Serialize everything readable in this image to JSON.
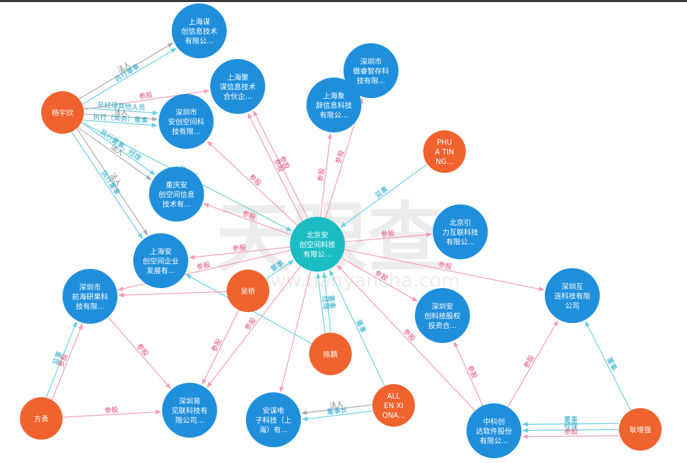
{
  "watermark": {
    "brand": "天眼查",
    "url": "www.tianyancha.com"
  },
  "colors": {
    "company": "#1f8fdc",
    "center": "#1bbcc2",
    "person": "#f0622e",
    "edge_invest": "#f59ab4",
    "edge_role": "#66cfe3",
    "edge_legal": "#a9a9a9",
    "label_invest": "#e2537d",
    "label_role": "#23a9c9",
    "label_legal": "#777777"
  },
  "nodes": [
    {
      "id": "bjac",
      "kind": "center",
      "lines": [
        "北京安",
        "创空间科技",
        "有限公..."
      ]
    },
    {
      "id": "shmc",
      "kind": "company",
      "lines": [
        "上海谋",
        "创信息技术",
        "有限公..."
      ]
    },
    {
      "id": "shjm",
      "kind": "company",
      "lines": [
        "上海聚",
        "谋信息技术",
        "合伙企..."
      ]
    },
    {
      "id": "szac",
      "kind": "company",
      "lines": [
        "深圳市",
        "安创空间科",
        "技有限..."
      ]
    },
    {
      "id": "shxc",
      "kind": "company",
      "lines": [
        "上海象",
        "辞信息科技",
        "有限公..."
      ]
    },
    {
      "id": "szaz",
      "kind": "company",
      "lines": [
        "深圳市",
        "傲睿智存科",
        "技有限..."
      ]
    },
    {
      "id": "cqac",
      "kind": "company",
      "lines": [
        "重庆安",
        "创空间信息",
        "技术有..."
      ]
    },
    {
      "id": "shacqy",
      "kind": "company",
      "lines": [
        "上海安",
        "创空间企业",
        "发展有..."
      ]
    },
    {
      "id": "bjyl",
      "kind": "company",
      "lines": [
        "北京引",
        "力互联科技",
        "有限公..."
      ]
    },
    {
      "id": "szqh",
      "kind": "company",
      "lines": [
        "深圳市",
        "前海研果科",
        "技有限..."
      ]
    },
    {
      "id": "szhl",
      "kind": "company",
      "lines": [
        "深圳互",
        "连科技有限",
        "公司"
      ]
    },
    {
      "id": "szackj",
      "kind": "company",
      "lines": [
        "深圳安",
        "创科技股权",
        "投资合..."
      ]
    },
    {
      "id": "szyj",
      "kind": "company",
      "lines": [
        "深圳易",
        "见联科技有",
        "限公司..."
      ]
    },
    {
      "id": "amdz",
      "kind": "company",
      "lines": [
        "安谋电",
        "子科技（上",
        "海）有..."
      ]
    },
    {
      "id": "zkcd",
      "kind": "company",
      "lines": [
        "中科创",
        "达软件股份",
        "有限公..."
      ]
    },
    {
      "id": "yyx",
      "kind": "person",
      "lines": [
        "杨宇欣"
      ]
    },
    {
      "id": "phua",
      "kind": "person",
      "lines": [
        "PHU",
        "A TIN",
        "NG..."
      ]
    },
    {
      "id": "wq",
      "kind": "person",
      "lines": [
        "吴桥"
      ]
    },
    {
      "id": "cp",
      "kind": "person",
      "lines": [
        "陈鹏"
      ]
    },
    {
      "id": "fy",
      "kind": "person",
      "lines": [
        "方勇"
      ]
    },
    {
      "id": "allen",
      "kind": "person",
      "lines": [
        "ALL",
        "EN XI",
        "ONA..."
      ]
    },
    {
      "id": "gzq",
      "kind": "person",
      "lines": [
        "耿增强"
      ]
    }
  ],
  "edges": [
    {
      "from": "yyx",
      "to": "shmc",
      "kind": "legal",
      "label": "法人"
    },
    {
      "from": "yyx",
      "to": "shmc",
      "kind": "role",
      "label": "执行董事"
    },
    {
      "from": "yyx",
      "to": "shjm",
      "kind": "invest",
      "label": "参股"
    },
    {
      "from": "yyx",
      "to": "szac",
      "kind": "role",
      "label": "总经理其他人员"
    },
    {
      "from": "yyx",
      "to": "szac",
      "kind": "legal",
      "label": "法人"
    },
    {
      "from": "yyx",
      "to": "szac",
      "kind": "role",
      "label": "执行（常务）董事"
    },
    {
      "from": "yyx",
      "to": "cqac",
      "kind": "role",
      "label": "执行董事，经理"
    },
    {
      "from": "yyx",
      "to": "cqac",
      "kind": "legal",
      "label": "法人"
    },
    {
      "from": "yyx",
      "to": "shacqy",
      "kind": "legal",
      "label": "法人"
    },
    {
      "from": "yyx",
      "to": "shacqy",
      "kind": "role",
      "label": "执行董事"
    },
    {
      "from": "yyx",
      "to": "bjac",
      "kind": "role",
      "label": "董事长"
    },
    {
      "from": "bjac",
      "to": "shjm",
      "kind": "invest",
      "label": "参股"
    },
    {
      "from": "bjac",
      "to": "shjm",
      "kind": "invest",
      "label": "参股"
    },
    {
      "from": "bjac",
      "to": "szac",
      "kind": "invest",
      "label": "参股"
    },
    {
      "from": "bjac",
      "to": "shxc",
      "kind": "invest",
      "label": "参股"
    },
    {
      "from": "bjac",
      "to": "szaz",
      "kind": "invest",
      "label": "参股"
    },
    {
      "from": "bjac",
      "to": "cqac",
      "kind": "invest",
      "label": "参股"
    },
    {
      "from": "bjac",
      "to": "shacqy",
      "kind": "invest",
      "label": "参股"
    },
    {
      "from": "bjac",
      "to": "szqh",
      "kind": "invest",
      "label": "参股"
    },
    {
      "from": "bjac",
      "to": "bjyl",
      "kind": "invest",
      "label": "参股"
    },
    {
      "from": "bjac",
      "to": "szhl",
      "kind": "invest",
      "label": "参股"
    },
    {
      "from": "bjac",
      "to": "szackj",
      "kind": "invest",
      "label": "参股"
    },
    {
      "from": "bjac",
      "to": "szyj",
      "kind": "invest",
      "label": "参股"
    },
    {
      "from": "bjac",
      "to": "amdz",
      "kind": "invest",
      "label": ""
    },
    {
      "from": "phua",
      "to": "bjac",
      "kind": "role",
      "label": "监事"
    },
    {
      "from": "cp",
      "to": "bjac",
      "kind": "role",
      "label": "经理"
    },
    {
      "from": "cp",
      "to": "bjac",
      "kind": "role",
      "label": "董事"
    },
    {
      "from": "cp",
      "to": "shacqy",
      "kind": "role",
      "label": ""
    },
    {
      "from": "allen",
      "to": "bjac",
      "kind": "role",
      "label": "董事"
    },
    {
      "from": "allen",
      "to": "amdz",
      "kind": "role",
      "label": "董事长"
    },
    {
      "from": "allen",
      "to": "amdz",
      "kind": "legal",
      "label": "法人"
    },
    {
      "from": "wq",
      "to": "bjac",
      "kind": "role",
      "label": "董事"
    },
    {
      "from": "wq",
      "to": "szyj",
      "kind": "invest",
      "label": "参股"
    },
    {
      "from": "wq",
      "to": "szqh",
      "kind": "invest",
      "label": ""
    },
    {
      "from": "fy",
      "to": "szqh",
      "kind": "role",
      "label": "监事"
    },
    {
      "from": "fy",
      "to": "szqh",
      "kind": "invest",
      "label": "参股"
    },
    {
      "from": "fy",
      "to": "szyj",
      "kind": "invest",
      "label": "参股"
    },
    {
      "from": "szqh",
      "to": "szyj",
      "kind": "invest",
      "label": "参股"
    },
    {
      "from": "zkcd",
      "to": "bjac",
      "kind": "invest",
      "label": "参股"
    },
    {
      "from": "zkcd",
      "to": "szackj",
      "kind": "invest",
      "label": "参股"
    },
    {
      "from": "zkcd",
      "to": "szhl",
      "kind": "invest",
      "label": "参股"
    },
    {
      "from": "gzq",
      "to": "zkcd",
      "kind": "invest",
      "label": "参股"
    },
    {
      "from": "gzq",
      "to": "zkcd",
      "kind": "role",
      "label": "经理"
    },
    {
      "from": "gzq",
      "to": "zkcd",
      "kind": "role",
      "label": "董事"
    },
    {
      "from": "gzq",
      "to": "szhl",
      "kind": "role",
      "label": "董事"
    }
  ]
}
